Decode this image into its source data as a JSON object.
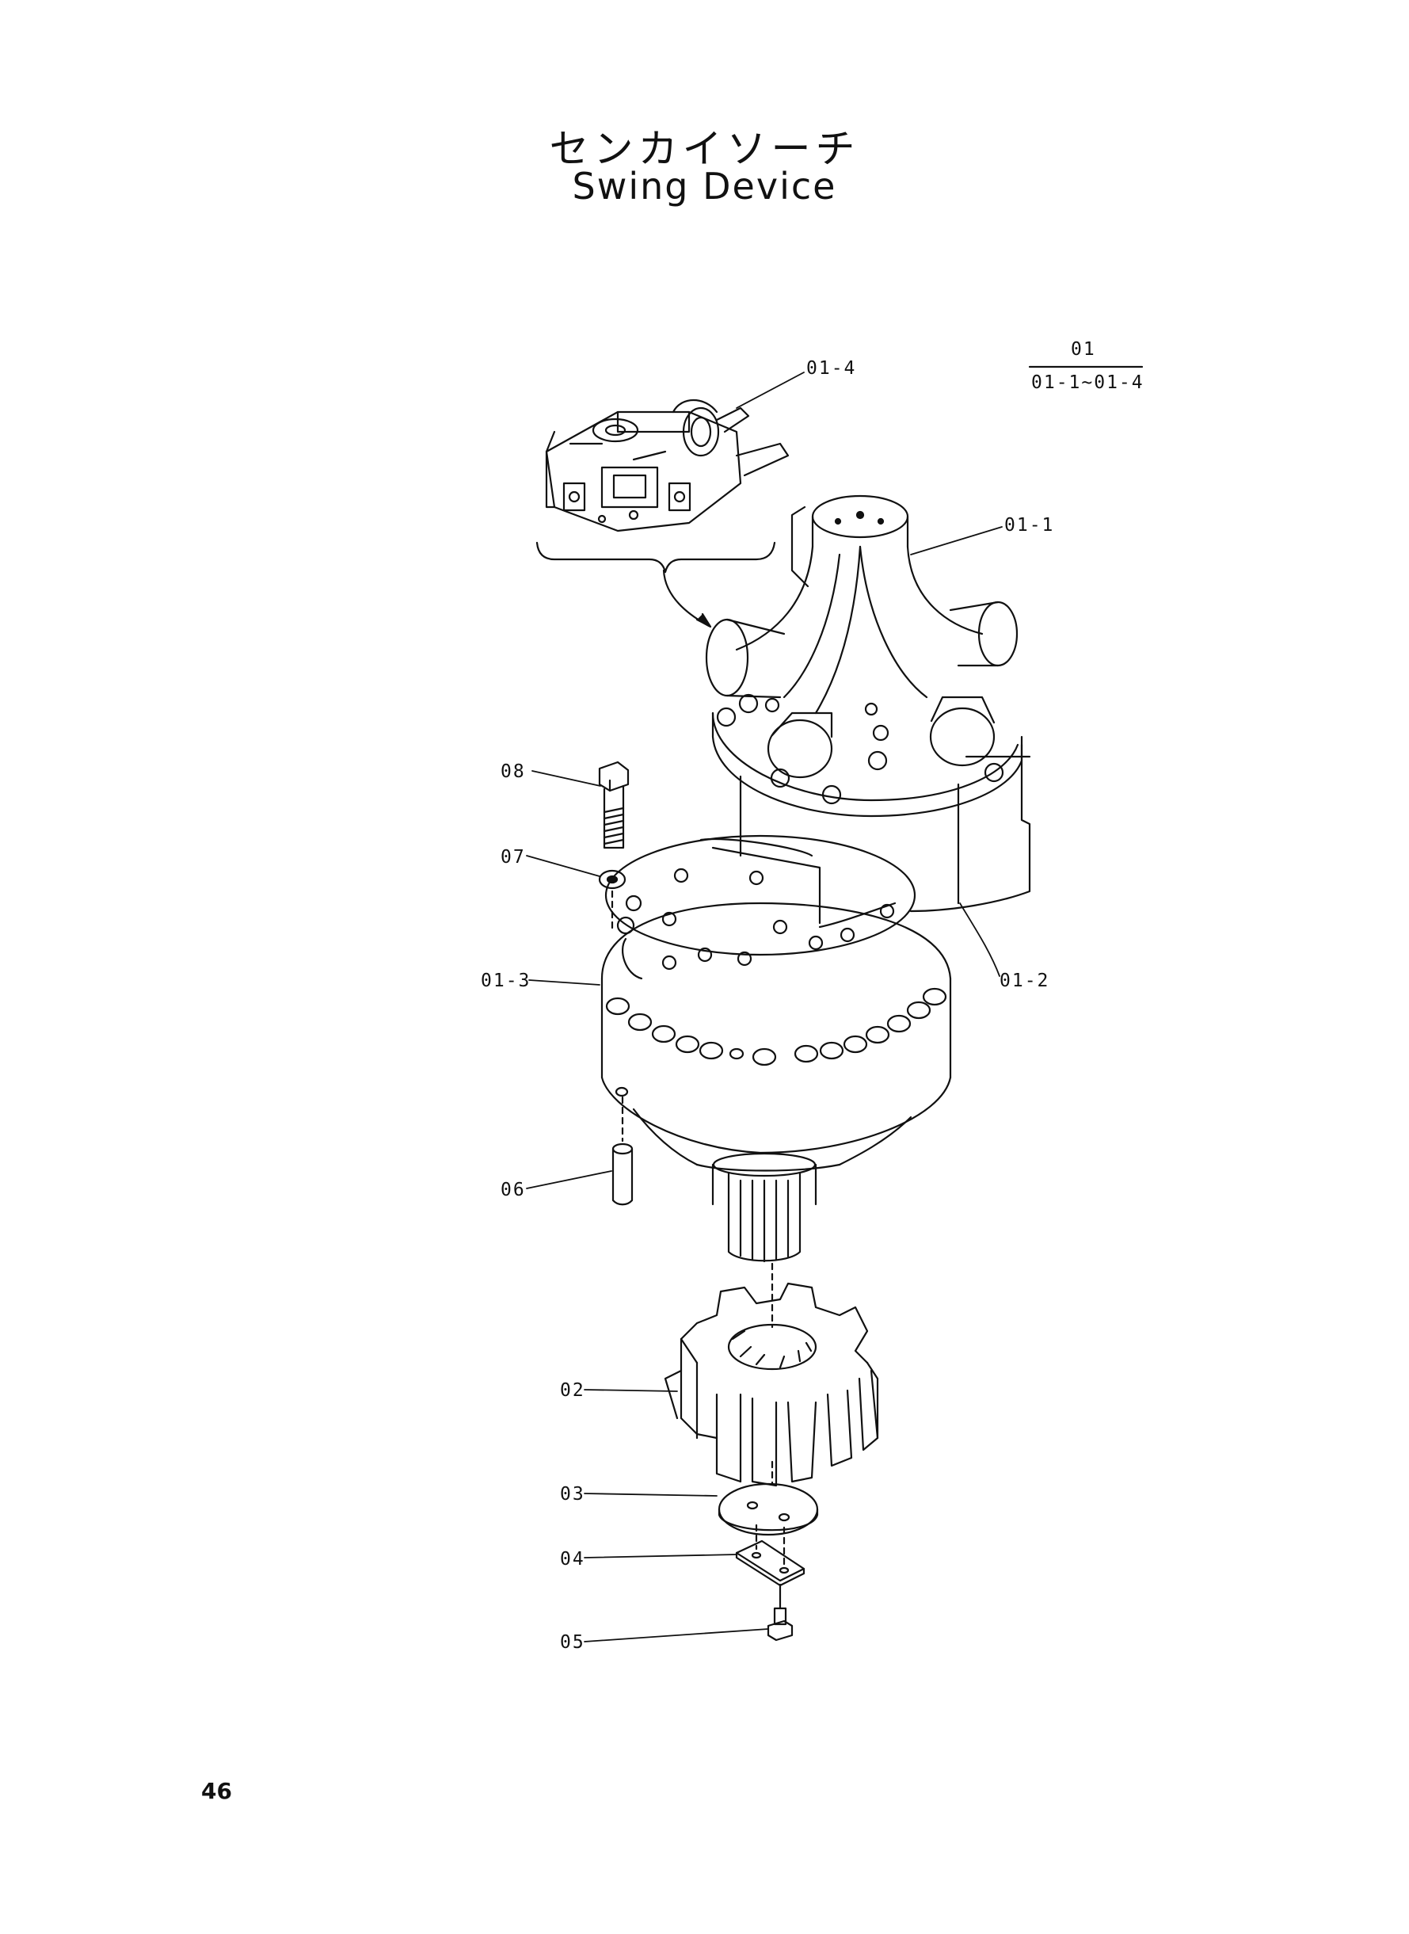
{
  "header": {
    "title_jp": "センカイソーチ",
    "title_en": "Swing Device"
  },
  "assembly_note": {
    "number": "01",
    "range": "01-1~01-4"
  },
  "callouts": [
    {
      "id": "01-4",
      "text": "01-4"
    },
    {
      "id": "01-1",
      "text": "01-1"
    },
    {
      "id": "08",
      "text": "08"
    },
    {
      "id": "07",
      "text": "07"
    },
    {
      "id": "01-3",
      "text": "01-3"
    },
    {
      "id": "01-2",
      "text": "01-2"
    },
    {
      "id": "06",
      "text": "06"
    },
    {
      "id": "02",
      "text": "02"
    },
    {
      "id": "03",
      "text": "03"
    },
    {
      "id": "04",
      "text": "04"
    },
    {
      "id": "05",
      "text": "05"
    }
  ],
  "footer": {
    "page_number": "46"
  },
  "colors": {
    "ink": "#111111",
    "paper": "#ffffff"
  }
}
